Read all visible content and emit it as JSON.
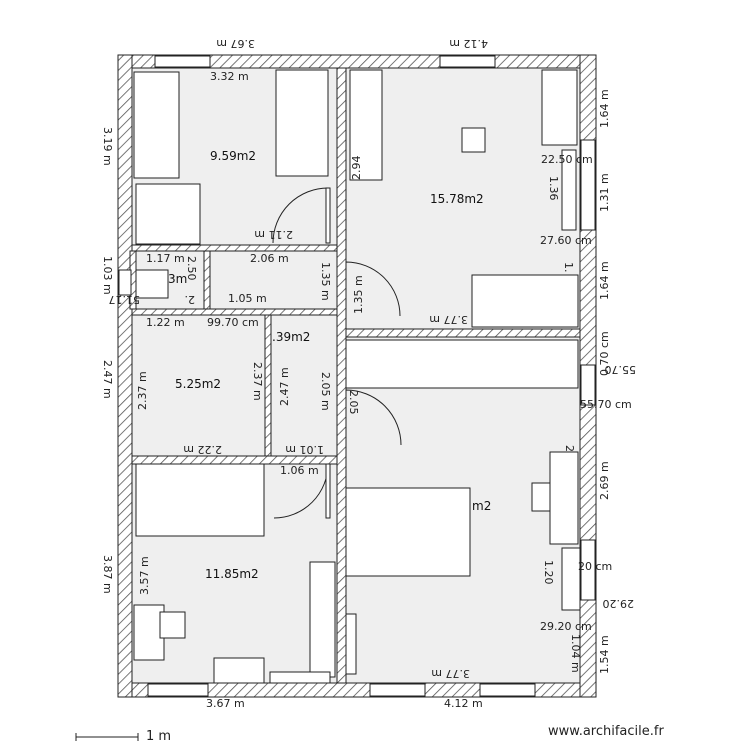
{
  "credit": "www.archifacile.fr",
  "scale": {
    "label": "1 m"
  },
  "colors": {
    "wall": "#ffffff",
    "hatch": "#555555",
    "floor": "#efefef",
    "line": "#222222"
  },
  "areas": [
    "9.59m2",
    "15.78m2",
    "5.25m2",
    "11.85m2",
    "m2",
    ".39m2",
    "3m"
  ],
  "dims_top": [
    "3.67 m",
    "4.12 m"
  ],
  "dims_bottom": [
    "3.67 m",
    "4.12 m"
  ],
  "dims_left": [
    "3.19 m",
    "1.03 m",
    "2.47 m",
    "3.87 m"
  ],
  "dims_right": [
    "1.64 m",
    "1.31 m",
    "1.64 m",
    "0.70 cm",
    "2.69 m",
    "1.54 m"
  ],
  "dims_inner": [
    "3.32 m",
    "2.11 m",
    "2.06 m",
    "1.17 m",
    "2.50",
    "1.05 m",
    "1.35 m",
    "1.35 m",
    "1.22 m",
    "99.70 cm",
    "2.37 m",
    "2.37 m",
    "2.47 m",
    "2.05 m",
    "2.05",
    "2.22 m",
    "1.01 m",
    "1.06 m",
    "3.57 m",
    "2.94",
    "3.77 m",
    "3.77 m",
    "22.50 cm",
    "1.36",
    "27.60 cm",
    "55.70 cm",
    "55.70",
    "20 cm",
    "29.20 cm",
    "29.20",
    "1.20",
    "1.04 m",
    "1.",
    "51.17",
    "2.",
    "2"
  ]
}
